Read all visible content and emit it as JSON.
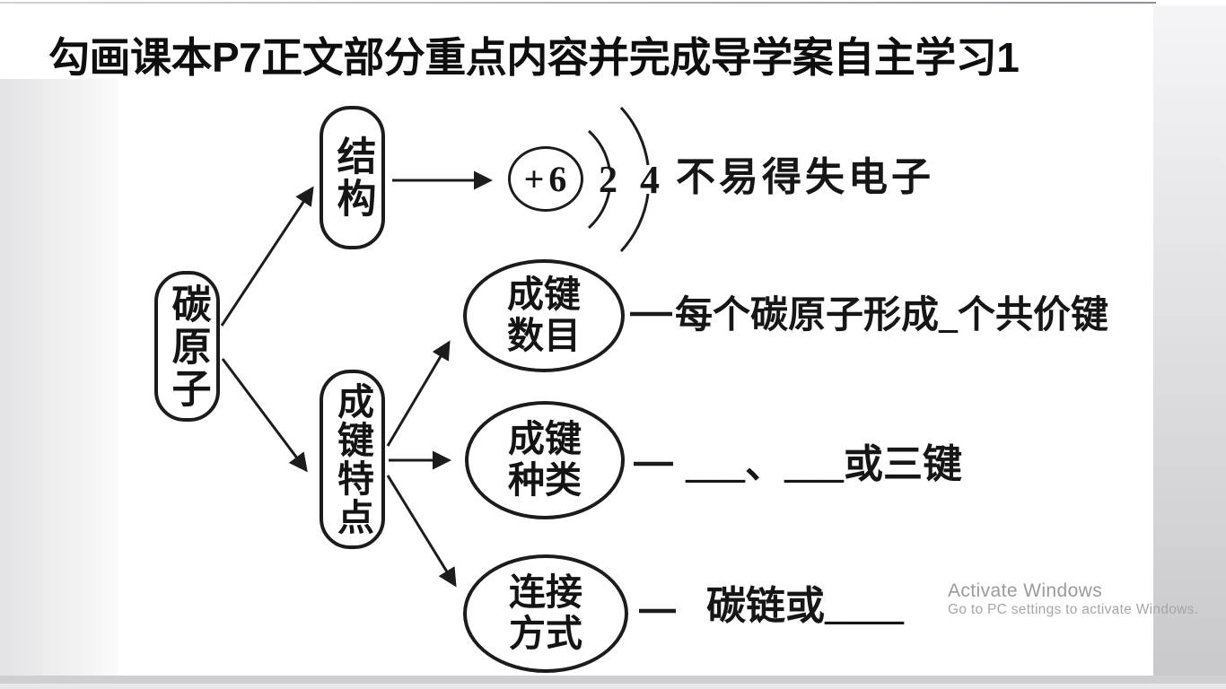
{
  "title": "勾画课本P7正文部分重点内容并完成导学案自主学习1",
  "diagram": {
    "carbon_atom": "碳原子",
    "structure": "结构",
    "bonding_features": "成键特点",
    "nucleus_charge": "+6",
    "shell_inner_electrons": "2",
    "shell_outer_electrons": "4",
    "structure_note": "不易得失电子",
    "bond_count": "成键\n数目",
    "bond_count_note": "每个碳原子形成_个共价键",
    "bond_type": "成键\n种类",
    "bond_type_note": "___、___或三键",
    "connection": "连接\n方式",
    "connection_note": "碳链或____"
  },
  "watermark": {
    "line1": "Activate Windows",
    "line2": "Go to PC settings to activate Windows."
  },
  "colors": {
    "ink": "#1c1c1c",
    "watermark_gray": "#9a9a9e"
  }
}
